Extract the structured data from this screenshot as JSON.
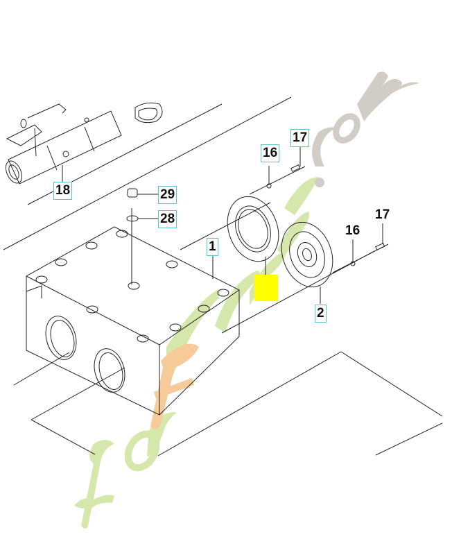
{
  "diagram": {
    "type": "exploded-parts-view",
    "watermark": {
      "text_main": "forestgreen",
      "text_suffix": ".com",
      "colors": {
        "green": "#d4e6a8",
        "orange": "#f7c894",
        "gray": "#cfcac3"
      }
    },
    "colors": {
      "line": "#222222",
      "callout_border": "#5bc3c9",
      "highlight": "#ffff00"
    },
    "callouts": [
      {
        "id": "18",
        "label": "18",
        "boxed": true,
        "part": "shaft"
      },
      {
        "id": "29",
        "label": "29",
        "boxed": true,
        "part": "plug"
      },
      {
        "id": "28",
        "label": "28",
        "boxed": true,
        "part": "washer"
      },
      {
        "id": "1",
        "label": "1",
        "boxed": true,
        "part": "housing"
      },
      {
        "id": "16a",
        "label": "16",
        "boxed": true,
        "part": "washer"
      },
      {
        "id": "17a",
        "label": "17",
        "boxed": true,
        "part": "screw"
      },
      {
        "id": "2",
        "label": "2",
        "boxed": true,
        "part": "cover-plate"
      },
      {
        "id": "16b",
        "label": "16",
        "boxed": false,
        "part": "washer"
      },
      {
        "id": "17b",
        "label": "17",
        "boxed": false,
        "part": "screw"
      }
    ],
    "highlighted_part": "gasket"
  }
}
